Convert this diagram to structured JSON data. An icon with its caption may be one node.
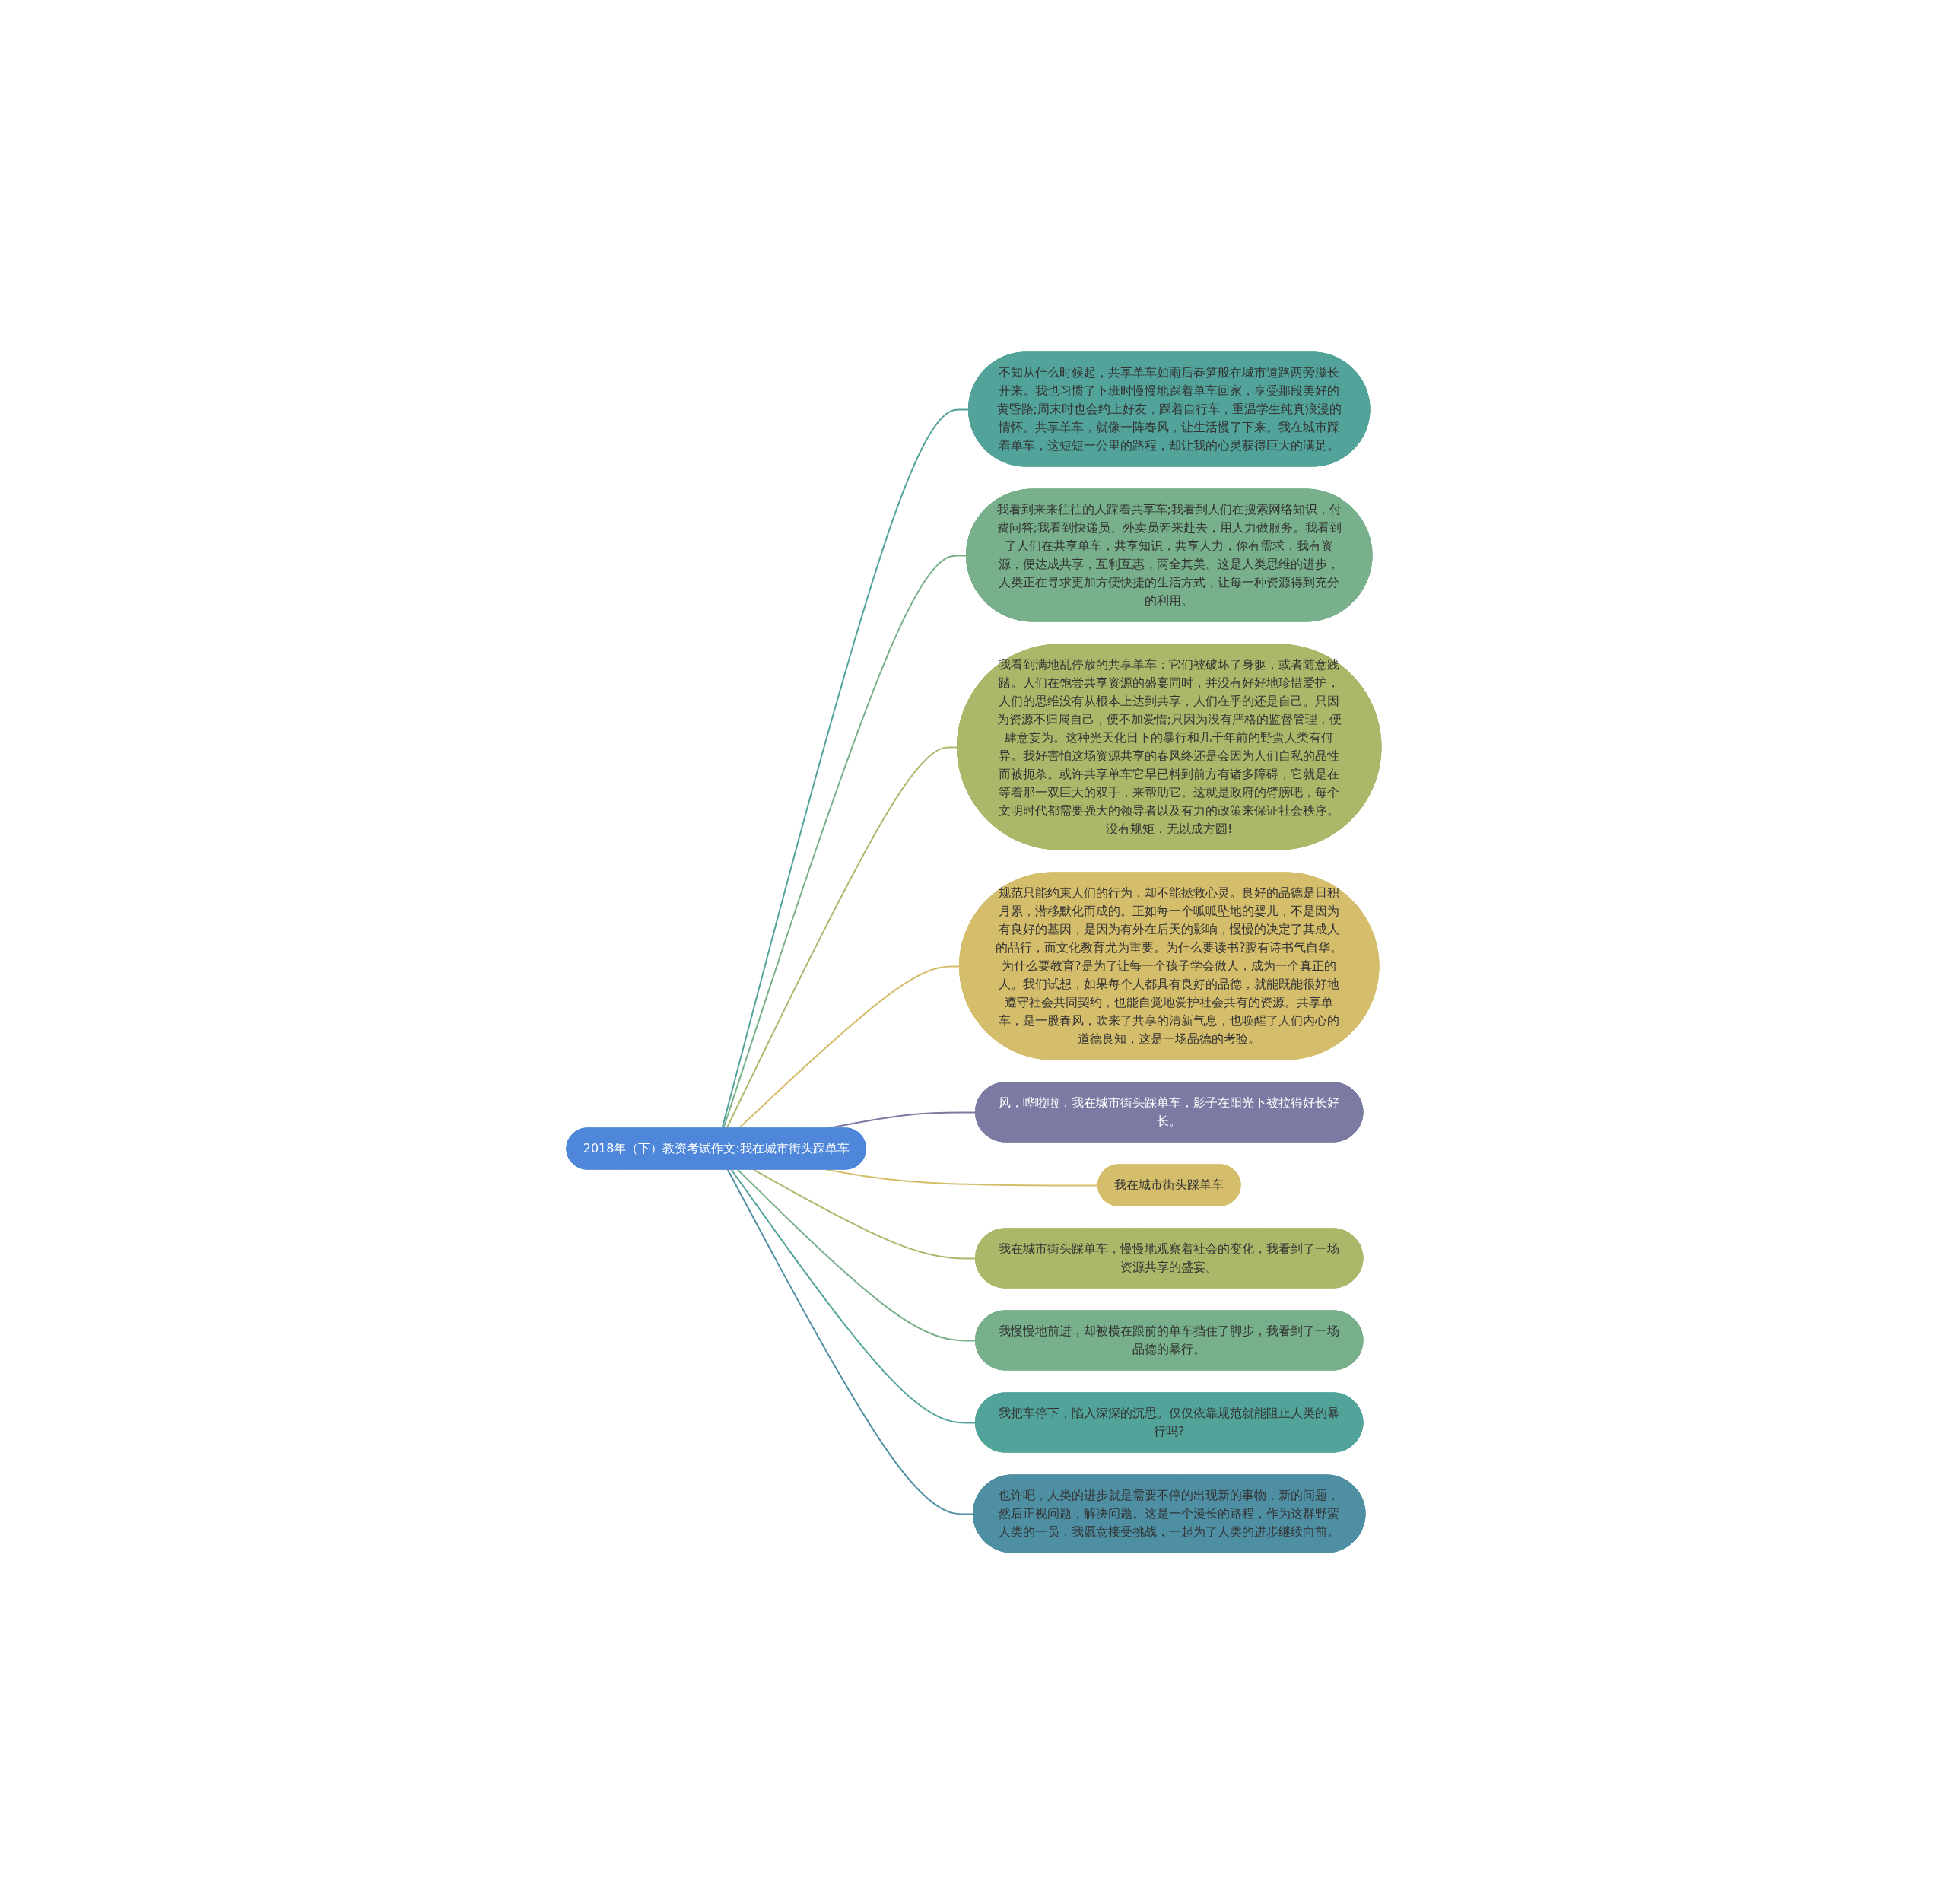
{
  "diagram": {
    "nodes": [
      {
        "text": [
          "2018年（下）教资考试作文:我在城市街头踩单车"
        ]
      },
      {
        "text": [
          "不知从什么时候起，共享单车如雨后春笋般在城市道路两旁滋长开来。我也习惯了下班时慢慢地踩着单车回家，享受那段美好的黄昏路;周末时也会约上好友，踩着自行车，重温学生纯真浪漫的情怀。共享单车，就像一阵春风，让生活慢了下来。我在城市踩着单车，这短短一公里的路程，却让我的心灵获得巨大的满足。"
        ]
      },
      {
        "text": [
          "我看到来来往往的人踩着共享车;我看到人们在搜索网络知识，付费问答;我看到快递员、外卖员奔来赴去，用人力做服务。我看到了人们在共享单车，共享知识，共享人力，你有需求，我有资源，便达成共享，互利互惠，两全其美。这是人类思维的进步，人类正在寻求更加方便快捷的生活方式，让每一种资源得到充分的利用。"
        ]
      },
      {
        "text": [
          "我看到满地乱停放的共享单车：它们被破坏了身躯，或者随意践踏。人们在饱尝共享资源的盛宴同时，并没有好好地珍惜爱护，人们的思维没有从根本上达到共享，人们在乎的还是自己。只因为资源不归属自己，便不加爱惜;只因为没有严格的监督管理，便肆意妄为。这种光天化日下的暴行和几千年前的野蛮人类有何异。我好害怕这场资源共享的春风终还是会因为人们自私的品性而被扼杀。或许共享单车它早已料到前方有诸多障碍，它就是在等着那一双巨大的双手，来帮助它。这就是政府的臂膀吧，每个文明时代都需要强大的领导者以及有力的政策来保证社会秩序。没有规矩，无以成方圆!"
        ]
      },
      {
        "text": [
          "规范只能约束人们的行为，却不能拯救心灵。良好的品德是日积月累，潜移默化而成的。正如每一个呱呱坠地的婴儿，不是因为有良好的基因，是因为有外在后天的影响，慢慢的决定了其成人的品行，而文化教育尤为重要。为什么要读书?腹有诗书气自华。为什么要教育?是为了让每一个孩子学会做人，成为一个真正的人。我们试想，如果每个人都具有良好的品德，就能既能很好地遵守社会共同契约，也能自觉地爱护社会共有的资源。共享单车，是一股春风，吹来了共享的清新气息，也唤醒了人们内心的道德良知，这是一场品德的考验。"
        ]
      },
      {
        "text": [
          "风，哗啦啦，我在城市街头踩单车，影子在阳光下被拉得好长好长。"
        ]
      },
      {
        "text": [
          "我在城市街头踩单车"
        ]
      },
      {
        "text": [
          "我在城市街头踩单车，慢慢地观察着社会的变化，我看到了一场资源共享的盛宴。"
        ]
      },
      {
        "text": [
          "我慢慢地前进，却被横在跟前的单车挡住了脚步，我看到了一场品德的暴行。"
        ]
      },
      {
        "text": [
          "我把车停下，陷入深深的沉思。仅仅依靠规范就能阻止人类的暴行吗?"
        ]
      },
      {
        "text": [
          "也许吧，人类的进步就是需要不停的出现新的事物，新的问题，然后正视问题，解决问题。这是一个漫长的路程，作为这群野蛮人类的一员，我愿意接受挑战，一起为了人类的进步继续向前。"
        ]
      }
    ],
    "edges": [
      {
        "from": 0,
        "to": 1,
        "arrow": "none",
        "color": "#52a39a"
      },
      {
        "from": 0,
        "to": 2,
        "arrow": "none",
        "color": "#77b08a"
      },
      {
        "from": 0,
        "to": 3,
        "arrow": "none",
        "color": "#aab86a"
      },
      {
        "from": 0,
        "to": 4,
        "arrow": "none",
        "color": "#d4bd6b"
      },
      {
        "from": 0,
        "to": 5,
        "arrow": "none",
        "color": "#7a7aa3"
      },
      {
        "from": 0,
        "to": 6,
        "arrow": "none",
        "color": "#d4bd6b"
      },
      {
        "from": 0,
        "to": 7,
        "arrow": "none",
        "color": "#aab86a"
      },
      {
        "from": 0,
        "to": 8,
        "arrow": "none",
        "color": "#77b08a"
      },
      {
        "from": 0,
        "to": 9,
        "arrow": "none",
        "color": "#52a39a"
      },
      {
        "from": 0,
        "to": 10,
        "arrow": "none",
        "color": "#4e8fa3"
      }
    ]
  }
}
